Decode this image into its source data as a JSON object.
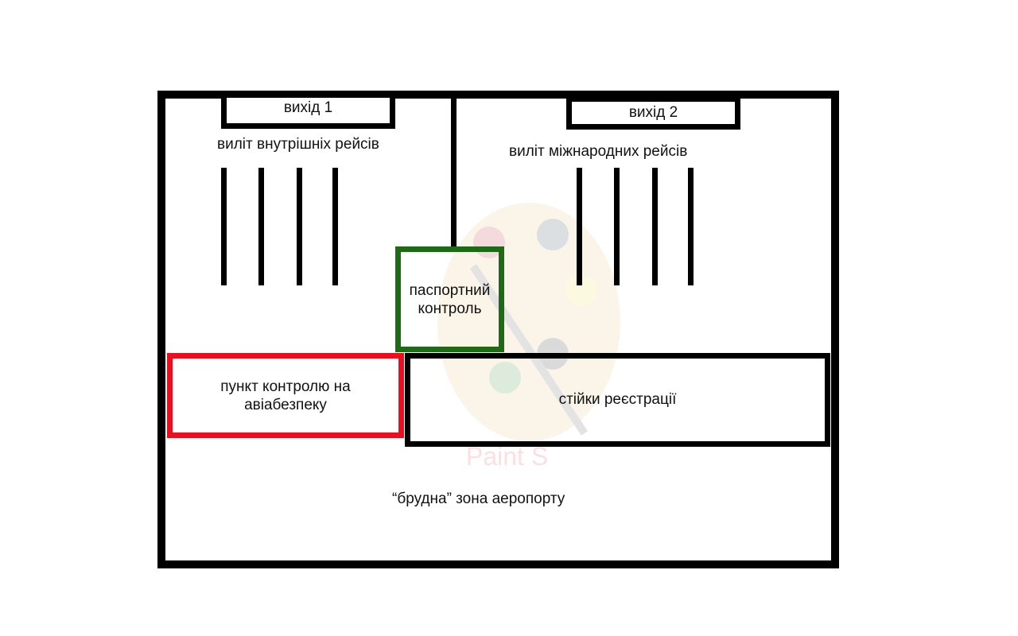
{
  "diagram": {
    "title": "airport terminal layout",
    "gates": [
      {
        "label": "вихід 1"
      },
      {
        "label": "вихід 2"
      }
    ],
    "departure_zones": [
      {
        "label": "виліт внутрішніх рейсів",
        "gate_count": 4
      },
      {
        "label": "виліт міжнародних рейсів",
        "gate_count": 4
      }
    ],
    "passport_control": {
      "line1": "паспортний",
      "line2": "контроль",
      "color": "#1e6a16"
    },
    "security_checkpoint": {
      "line1": "пункт контролю на",
      "line2": "авіабезпеку",
      "color": "#e8101e"
    },
    "check_in": {
      "label": "стійки реєстрації"
    },
    "landside": {
      "label": "“брудна” зона аеропорту"
    },
    "watermark": {
      "text": "Paint S",
      "icon": "paint-palette-icon"
    }
  }
}
